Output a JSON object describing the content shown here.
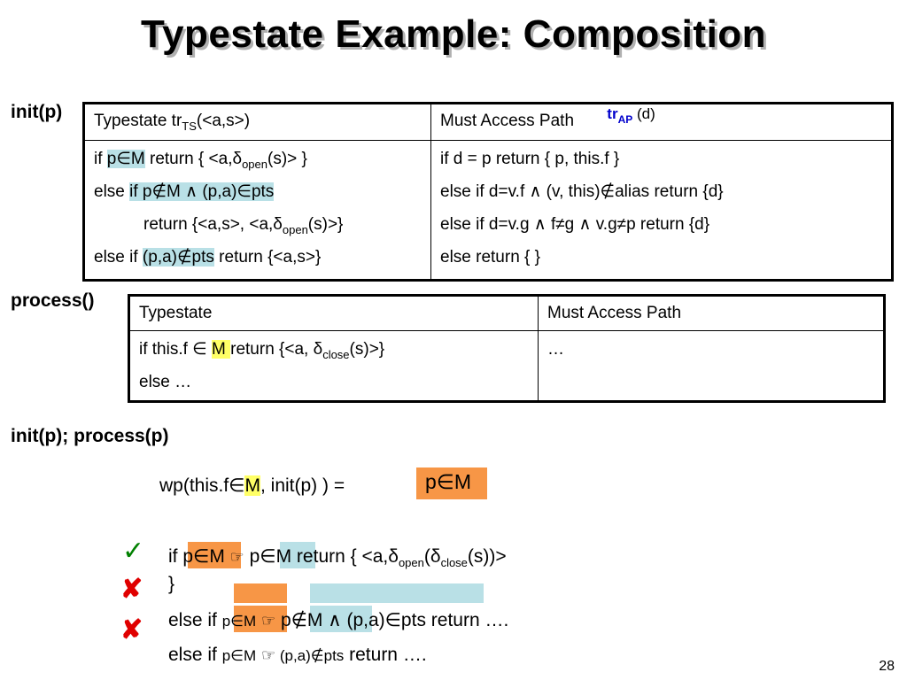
{
  "title": "Typestate Example: Composition",
  "slide_number": "28",
  "init_label": "init(p)",
  "process_label": "process()",
  "composition_label": "init(p); process(p)",
  "table1": {
    "typestate_header_pre": "Typestate      tr",
    "typestate_header_sub": "TS",
    "typestate_header_post": "(<a,s>)",
    "map_header": "Must Access Path ",
    "tr_ap_prefix": "tr",
    "tr_ap_sub": "AP",
    "tr_ap_arg": " (d)",
    "ts_line1_pre": "if ",
    "ts_line1_hl": "p∈M",
    "ts_line1_post_a": " return { <a,δ",
    "ts_line1_sub": "open",
    "ts_line1_post_b": "(s)> }",
    "ts_line2_pre": "else ",
    "ts_line2_hl": "if p∉M ∧ (p,a)∈pts ",
    "ts_line3_pre": "return {<a,s>, <a,δ",
    "ts_line3_sub": "open",
    "ts_line3_post": "(s)>}",
    "ts_line4_pre": "else if ",
    "ts_line4_hl": "(p,a)∉pts",
    "ts_line4_post": " return {<a,s>}",
    "map_line1": "if d = p return { p, this.f }",
    "map_line2": "else if d=v.f ∧ (v, this)∉alias return {d}",
    "map_line3": "else if d=v.g ∧ f≠g ∧ v.g≠p    return {d}",
    "map_line4": "else return { }"
  },
  "table2": {
    "typestate_header": "Typestate",
    "map_header": "Must Access Path",
    "ts_line1_pre": "if this.f ∈ ",
    "ts_line1_hl": " M ",
    "ts_line1_post_a": "  return {<a, δ",
    "ts_line1_sub": "close",
    "ts_line1_post_b": "(s)>}",
    "ts_line2": "else …",
    "map_line1": "…"
  },
  "wp": {
    "pre": "wp(this.f∈",
    "hl": "M",
    "post": ",  init(p) ) =",
    "result": "p∈M"
  },
  "derivation": {
    "check": "✓",
    "cross1": "✘",
    "cross2": "✘",
    "line1_if": "if",
    "line1_hl": " p∈M ",
    "line1_arrow": "☞",
    "line1_rest_a": " p∈M return { <a,δ",
    "line1_sub1": "open",
    "line1_rest_b": "(δ",
    "line1_sub2": "close",
    "line1_rest_c": "(s))>",
    "line2": "}",
    "line3_pre": "else if ",
    "line3_small": "p∈M",
    "line3_arrow": "☞",
    "line3_rest": " p∉M ∧ (p,a)∈pts  return ….",
    "line4_pre": "else if ",
    "line4_small": "p∈M",
    "line4_arrow": "☞",
    "line4_small2": " (p,a)∉pts",
    "line4_rest": " return …."
  }
}
